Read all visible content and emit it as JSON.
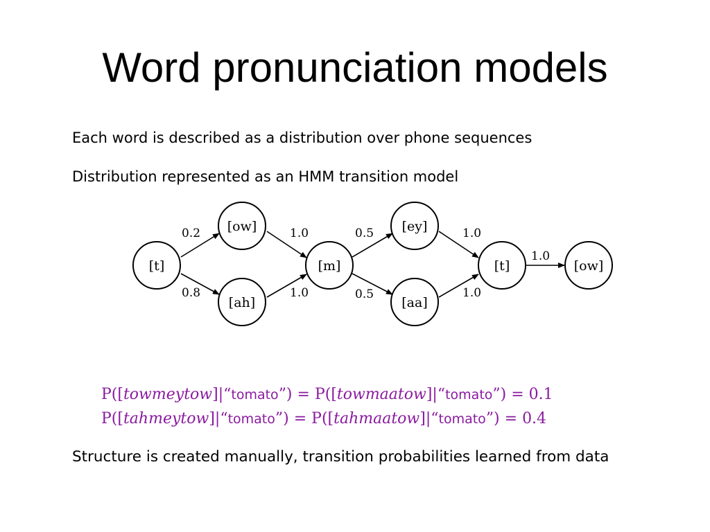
{
  "title": "Word pronunciation models",
  "intro": {
    "line1": "Each word is described as a distribution over phone sequences",
    "line2": "Distribution represented as an HMM transition model"
  },
  "diagram": {
    "nodes": [
      "[t]",
      "[ow]",
      "[ah]",
      "[m]",
      "[ey]",
      "[aa]",
      "[t]",
      "[ow]"
    ],
    "edges": [
      {
        "from": "[t]",
        "to": "[ow]",
        "prob": "0.2"
      },
      {
        "from": "[t]",
        "to": "[ah]",
        "prob": "0.8"
      },
      {
        "from": "[ow]",
        "to": "[m]",
        "prob": "1.0"
      },
      {
        "from": "[ah]",
        "to": "[m]",
        "prob": "1.0"
      },
      {
        "from": "[m]",
        "to": "[ey]",
        "prob": "0.5"
      },
      {
        "from": "[m]",
        "to": "[aa]",
        "prob": "0.5"
      },
      {
        "from": "[ey]",
        "to": "[t]",
        "prob": "1.0"
      },
      {
        "from": "[aa]",
        "to": "[t]",
        "prob": "1.0"
      },
      {
        "from": "[t]",
        "to": "[ow]",
        "prob": "1.0"
      }
    ]
  },
  "equations": {
    "eq1": {
      "p_open": "P([",
      "seq_a": "towmeytow",
      "bar_q": "]|“",
      "word_a": "tomato",
      "mid": "”) = P([",
      "seq_b": "towmaatow",
      "bar_q2": "]|“",
      "word_b": "tomato",
      "end": "”) = 0.1"
    },
    "eq2": {
      "p_open": "P([",
      "seq_a": "tahmeytow",
      "bar_q": "]|“",
      "word_a": "tomato",
      "mid": "”) = P([",
      "seq_b": "tahmaatow",
      "bar_q2": "]|“",
      "word_b": "tomato",
      "end": "”) = 0.4"
    },
    "color": "#8a1a9f"
  },
  "footer": "Structure is created manually, transition probabilities learned from data"
}
